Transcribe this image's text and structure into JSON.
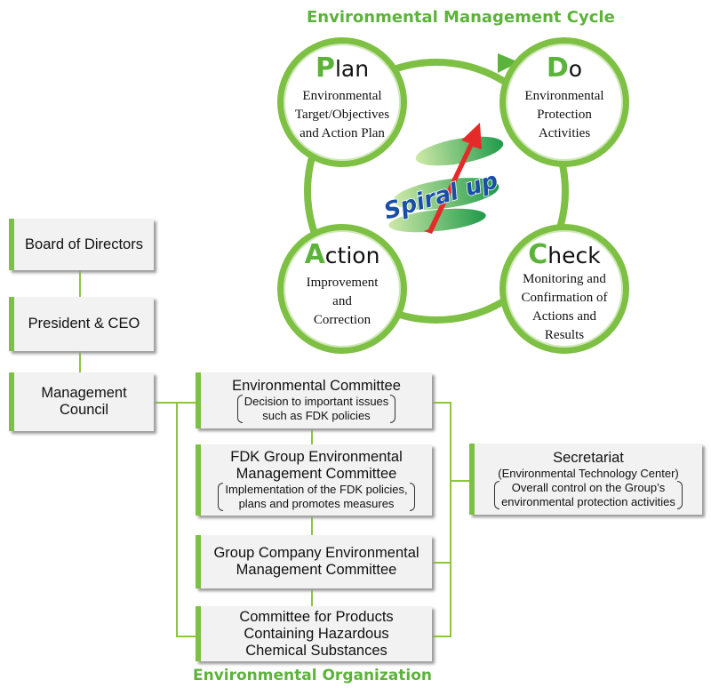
{
  "cycle": {
    "title": "Environmental Management Cycle",
    "center_label": "Spiral up",
    "plan": {
      "cap": "P",
      "rest": "lan",
      "lines": [
        "Environmental",
        "Target/Objectives",
        "and Action Plan"
      ]
    },
    "do": {
      "cap": "D",
      "rest": "o",
      "lines": [
        "Environmental",
        "Protection",
        "Activities"
      ]
    },
    "action": {
      "cap": "A",
      "rest": "ction",
      "lines": [
        "Improvement",
        "and",
        "Correction"
      ]
    },
    "check": {
      "cap": "C",
      "rest": "heck",
      "lines": [
        "Monitoring and",
        "Confirmation of",
        "Actions and",
        "Results"
      ]
    }
  },
  "org": {
    "title": "Environmental Organization",
    "board": "Board of Directors",
    "president": "President & CEO",
    "council": [
      "Management",
      "Council"
    ],
    "env_committee": {
      "title": "Environmental Committee",
      "sub": [
        "Decision to important issues",
        "such as FDK policies"
      ]
    },
    "fdk_committee": {
      "title": [
        "FDK Group Environmental",
        "Management Committee"
      ],
      "sub": [
        "Implementation of the FDK policies,",
        "plans and promotes measures"
      ]
    },
    "group_committee": [
      "Group Company Environmental",
      "Management Committee"
    ],
    "products_committee": [
      "Committee for Products",
      "Containing Hazardous",
      "Chemical Substances"
    ],
    "secretariat": {
      "title": "Secretariat",
      "sub_head": "(Environmental Technology Center)",
      "sub": [
        "Overall control on the Group’s",
        "environmental protection activities"
      ]
    }
  },
  "colors": {
    "accent": "#7dc043",
    "title": "#5cb33a",
    "box_bg": "#f2f2f2"
  }
}
